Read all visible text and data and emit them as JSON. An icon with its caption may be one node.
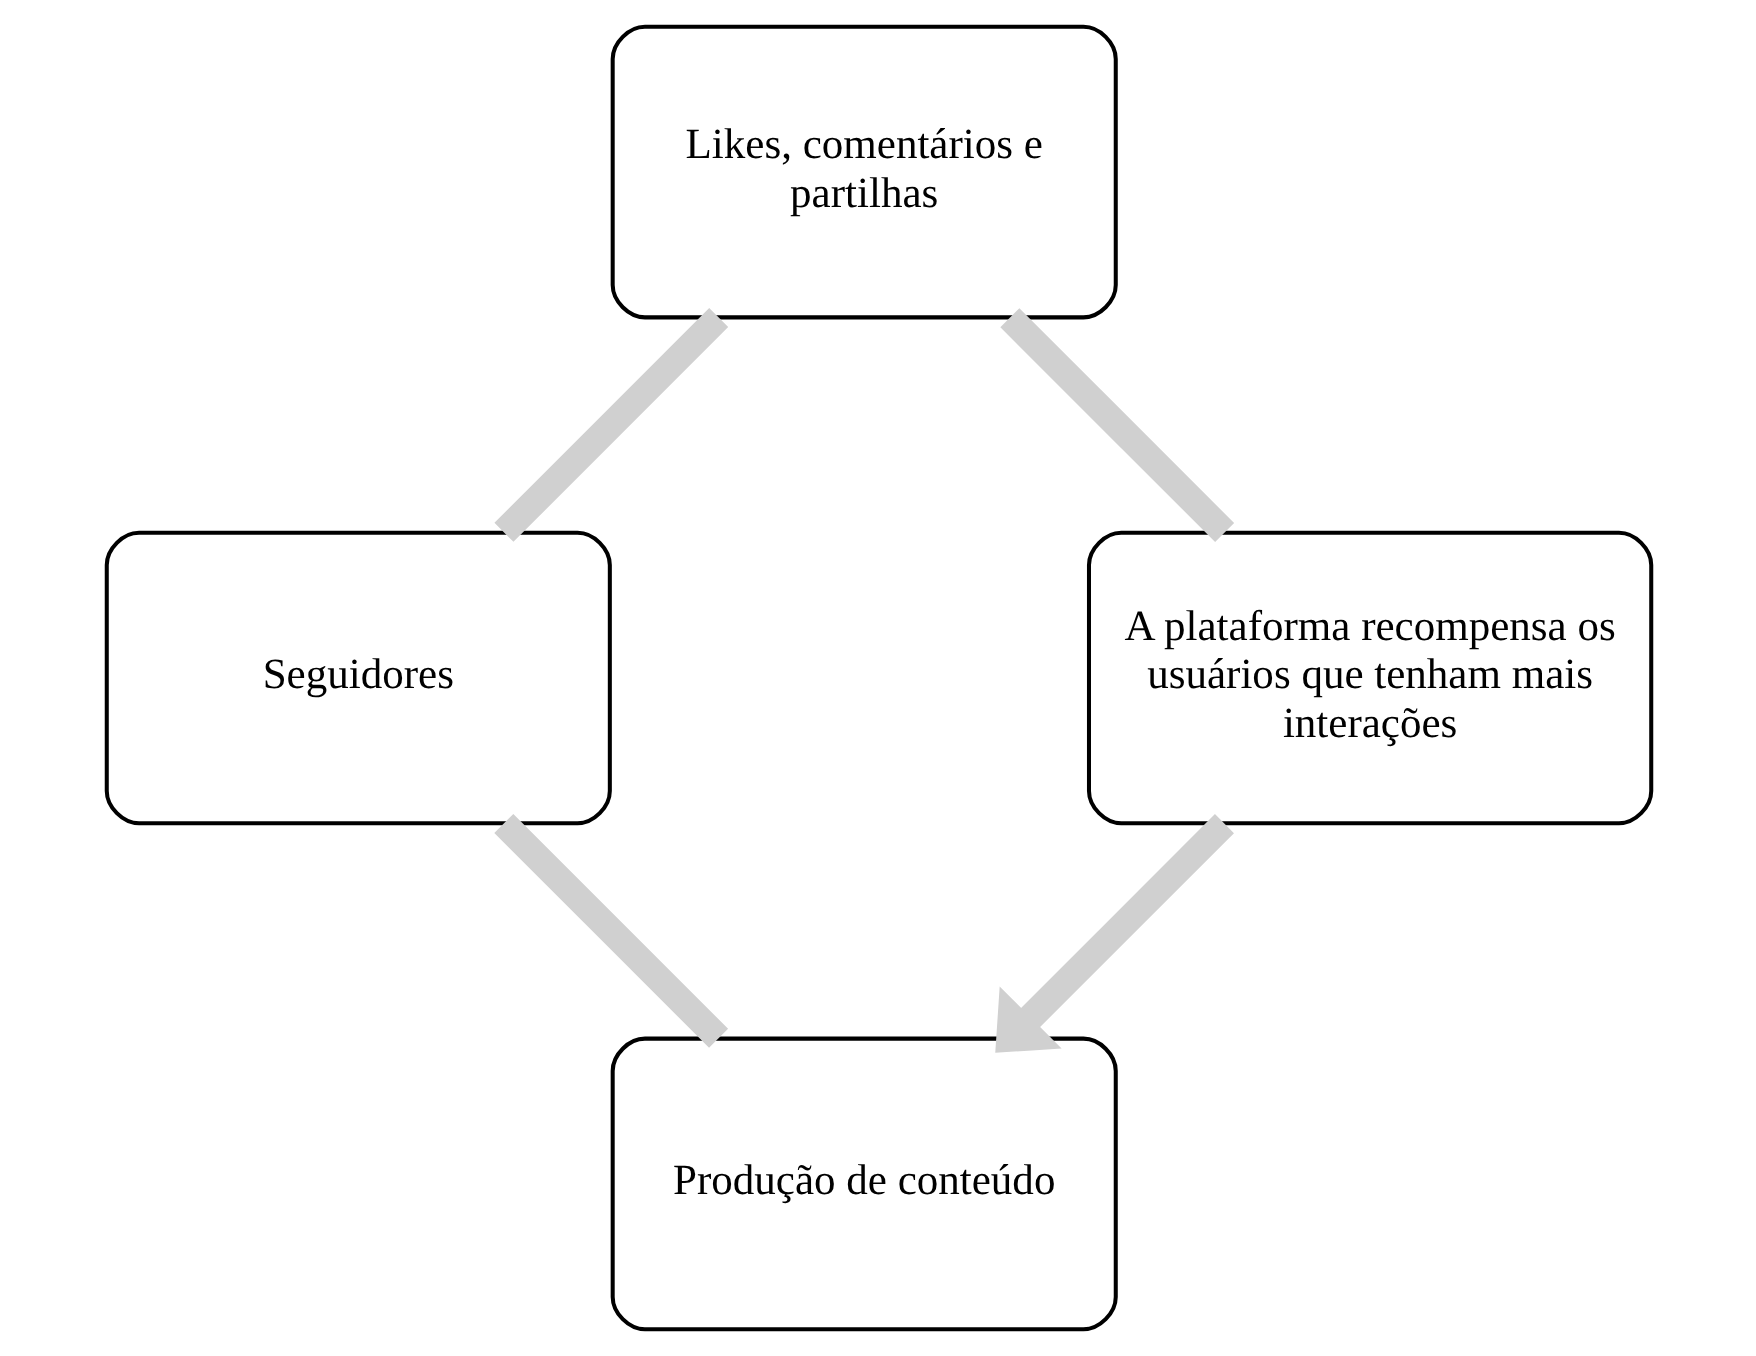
{
  "diagram": {
    "nodes": [
      {
        "text": [
          "Produção de conteúdo"
        ]
      },
      {
        "text": [
          "Seguidores"
        ]
      },
      {
        "text": [
          "Likes, comentários e partilhas"
        ]
      },
      {
        "text": [
          "A plataforma recompensa os usuários que tenham mais interações"
        ]
      }
    ],
    "edges": [
      {
        "from": 0,
        "to": 1,
        "arrow": "none"
      },
      {
        "from": 1,
        "to": 2,
        "arrow": "none"
      },
      {
        "from": 2,
        "to": 3,
        "arrow": "none"
      },
      {
        "from": 3,
        "to": 0,
        "arrow": "to"
      }
    ]
  }
}
